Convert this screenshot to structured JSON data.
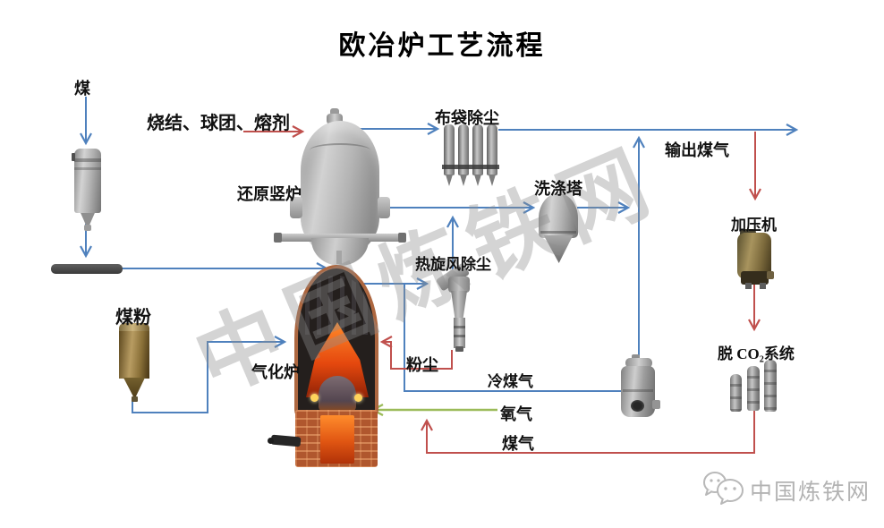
{
  "title": "欧冶炉工艺流程",
  "labels": {
    "coal": "煤",
    "feed": "烧结、球团、熔剂",
    "bag_filter": "布袋除尘",
    "shaft_furnace": "还原竖炉",
    "scrubber": "洗涤塔",
    "output_gas": "输出煤气",
    "pressurizer": "加压机",
    "hot_cyclone": "热旋风除尘",
    "coal_powder": "煤粉",
    "gasifier": "气化炉",
    "dust": "粉尘",
    "cold_gas": "冷煤气",
    "oxygen": "氧气",
    "coal_gas": "煤气",
    "co2_removal": "脱 CO₂系统"
  },
  "watermark": "中国炼铁网",
  "footer": {
    "brand": "中国炼铁网",
    "icon": "wechat-chat-bubbles"
  },
  "colors": {
    "gas_line_blue": "#4f81bd",
    "process_line_red": "#c0504d",
    "oxygen_line_green": "#9bbb59",
    "watermark_gray": "#8f8f8f",
    "footer_gray": "#b3b3b3"
  }
}
